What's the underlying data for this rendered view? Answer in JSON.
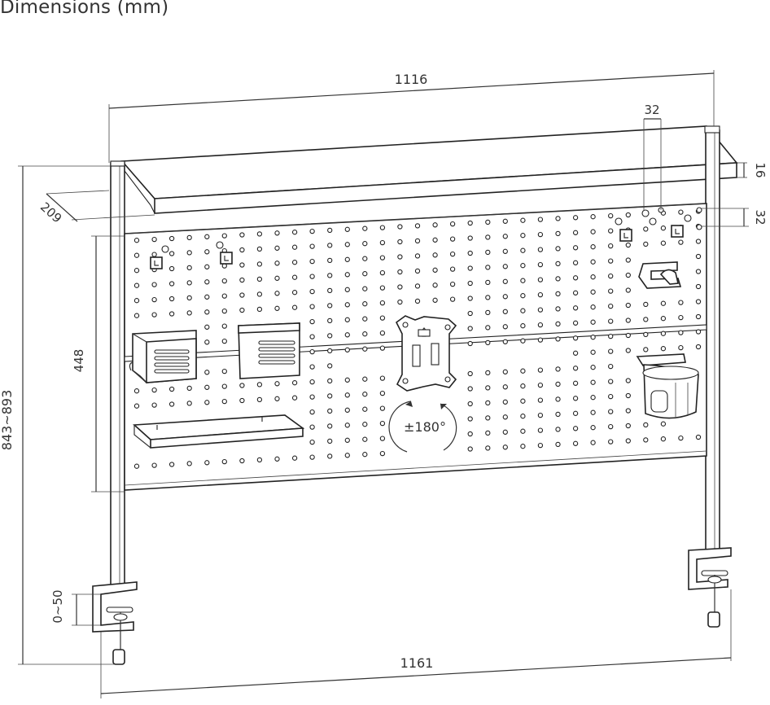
{
  "title": "Dimensions (mm)",
  "dimensions": {
    "overall_width_top": "1116",
    "overall_width_bottom": "1161",
    "shelf_depth": "209",
    "height_range": "843~893",
    "panel_height": "448",
    "clamp_range": "0~50",
    "hole_spacing_h": "32",
    "hole_spacing_v": "32",
    "shelf_thickness": "16",
    "rotation": "±180°"
  }
}
